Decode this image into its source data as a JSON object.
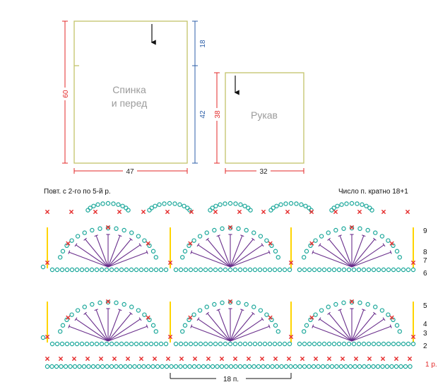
{
  "schematic": {
    "body_piece": {
      "label_line1": "Спинка",
      "label_line2": "и перед",
      "width": "47",
      "height": "60",
      "upper_height": "18",
      "lower_height": "42"
    },
    "sleeve_piece": {
      "label": "Рукав",
      "width": "32",
      "height": "38"
    }
  },
  "chart": {
    "repeat_note": "Повт. с 2-го по 5-й р.",
    "multiple_note": "Число п. кратно 18+1",
    "repeat_label": "18 п.",
    "row_labels": [
      "1 р.",
      "2",
      "3",
      "4",
      "5",
      "6",
      "7",
      "8",
      "9"
    ],
    "colors": {
      "chain": "#1aa79a",
      "sc": "#e52d2d",
      "dc": "#6a2f8c",
      "marker": "#ffd400"
    }
  }
}
